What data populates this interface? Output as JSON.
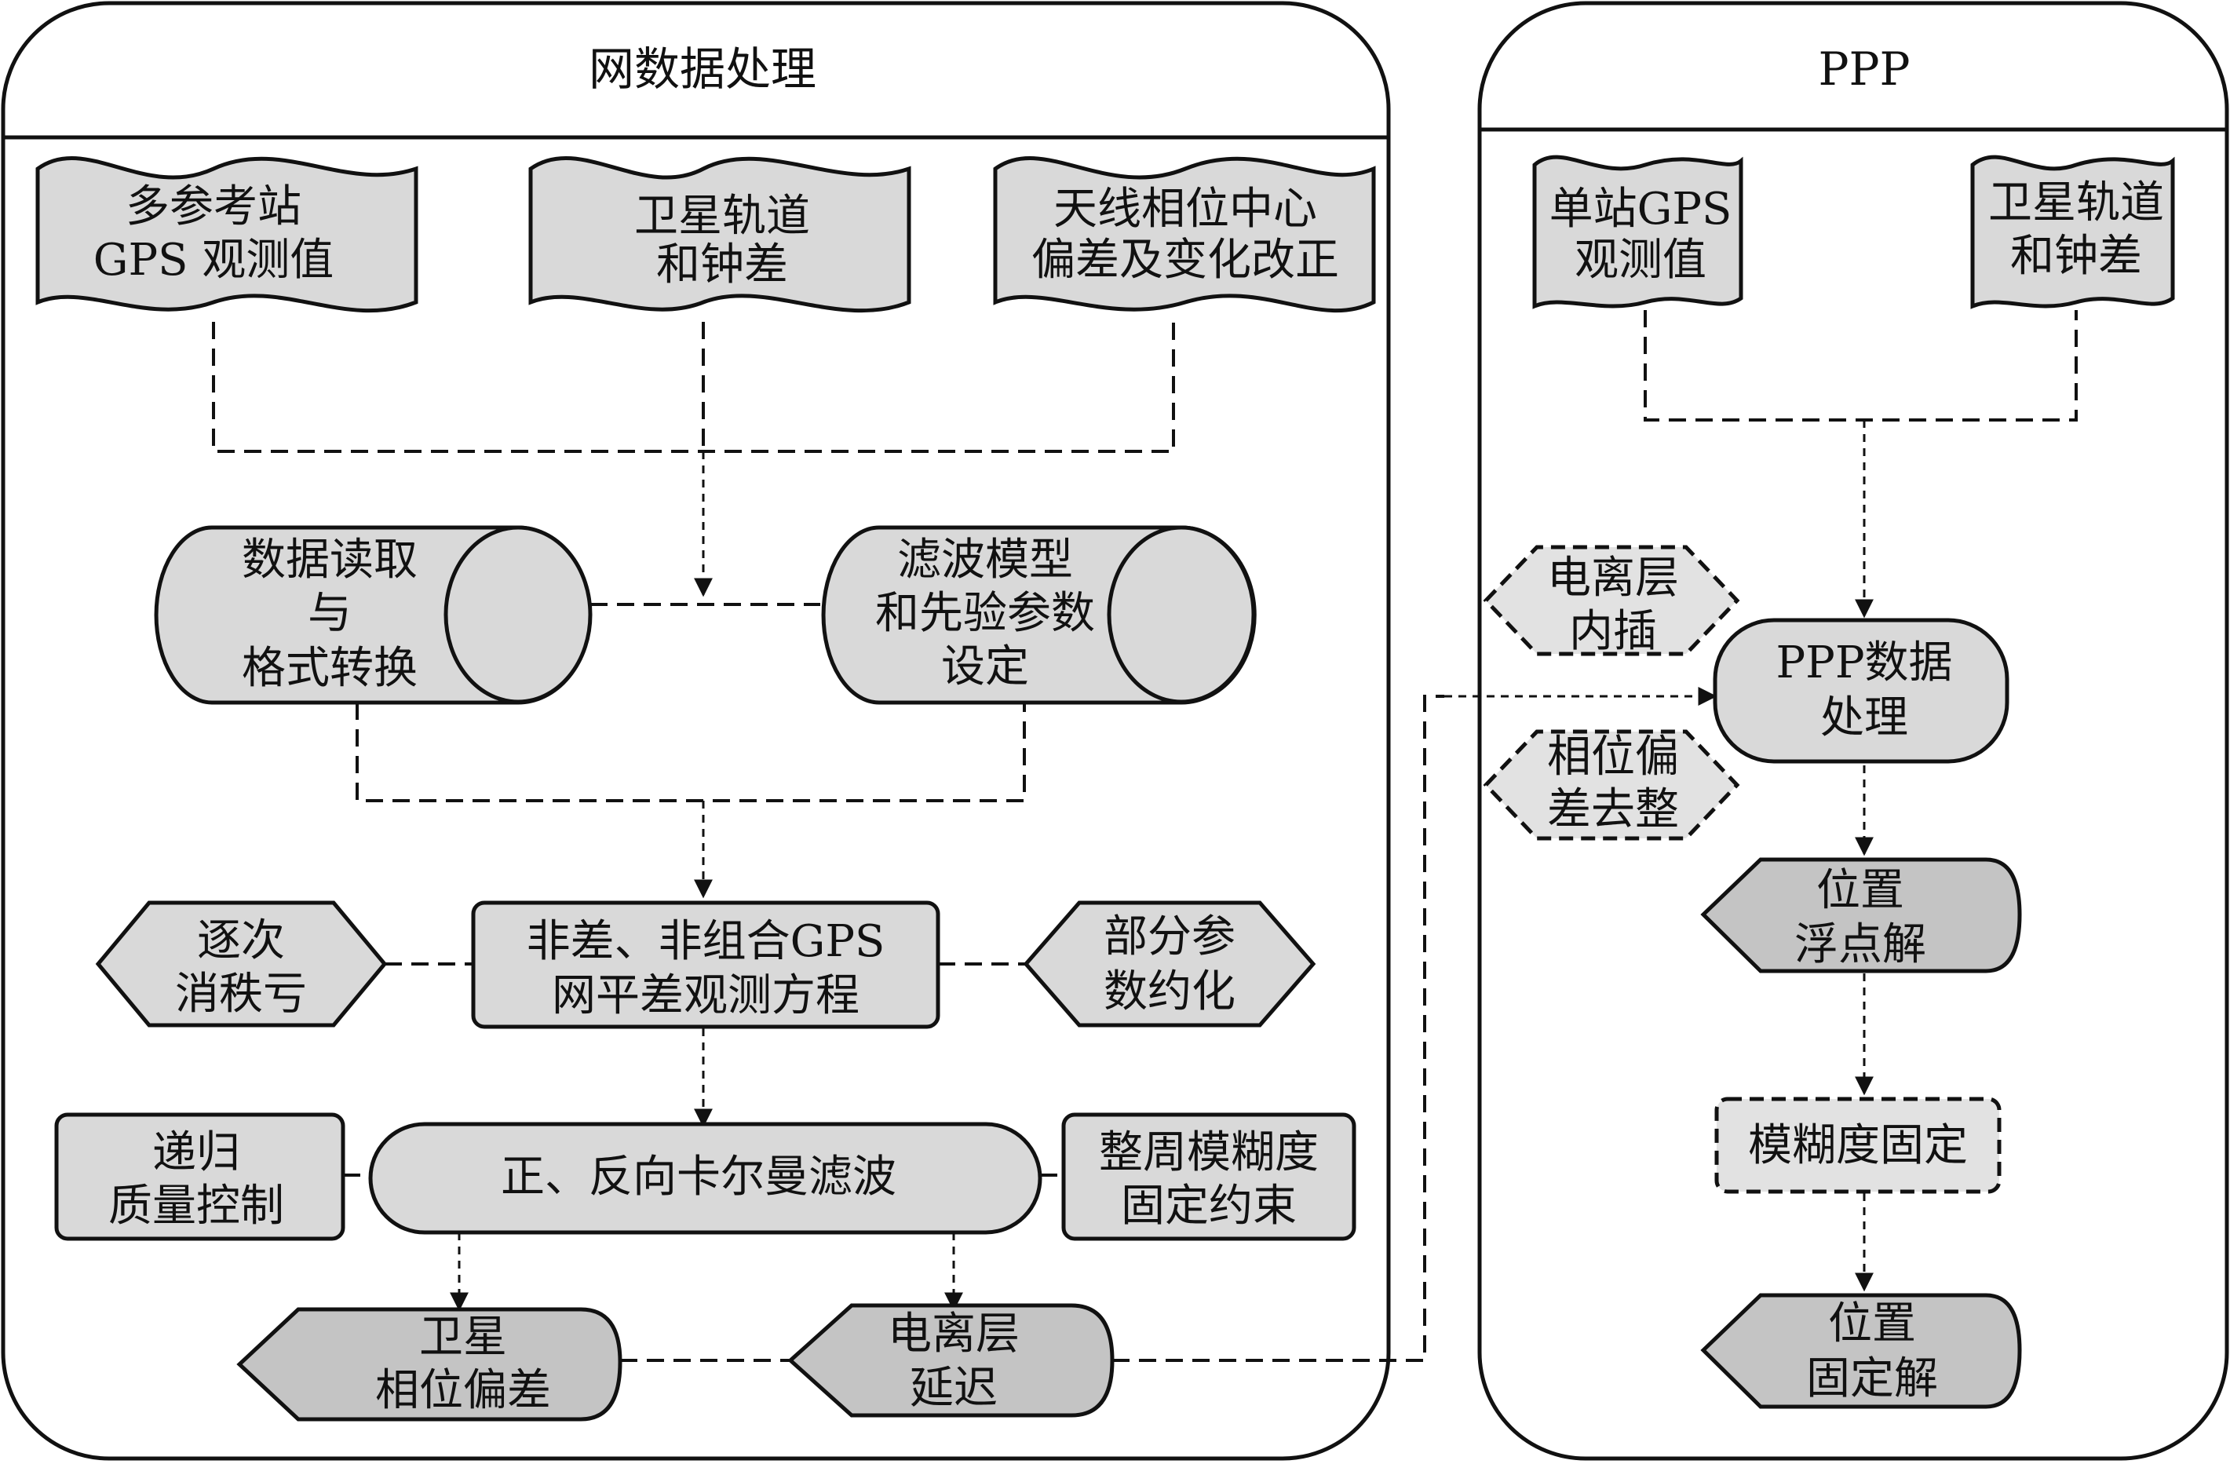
{
  "panels": {
    "network": {
      "title": "网数据处理"
    },
    "ppp": {
      "title": "PPP"
    }
  },
  "network": {
    "inputs": {
      "multi_station": [
        "多参考站",
        "GPS 观测值"
      ],
      "orbit_clock": [
        "卫星轨道",
        "和钟差"
      ],
      "antenna_pco": [
        "天线相位中心",
        "偏差及变化改正"
      ]
    },
    "data_read": [
      "数据读取",
      "与",
      "格式转换"
    ],
    "filter_model": [
      "滤波模型",
      "和先验参数",
      "设定"
    ],
    "obs_equation": [
      "非差、非组合GPS",
      "网平差观测方程"
    ],
    "elimination": [
      "逐次",
      "消秩亏"
    ],
    "partial_constraint": [
      "部分参",
      "数约化"
    ],
    "kalman": "正、反向卡尔曼滤波",
    "recursive_qc": [
      "递归",
      "质量控制"
    ],
    "ambiguity_constraint": [
      "整周模糊度",
      "固定约束"
    ],
    "sat_phase_bias": [
      "卫星",
      "相位偏差"
    ],
    "iono_delay": [
      "电离层",
      "延迟"
    ]
  },
  "ppp": {
    "inputs": {
      "single_station": [
        "单站GPS",
        "观测值"
      ],
      "orbit_clock": [
        "卫星轨道",
        "和钟差"
      ]
    },
    "iono_interp": [
      "电离层",
      "内插"
    ],
    "phase_bias_removal": [
      "相位偏",
      "差去整"
    ],
    "ppp_processing": [
      "PPP数据",
      "处理"
    ],
    "float_solution": [
      "位置",
      "浮点解"
    ],
    "ambiguity_fixing": "模糊度固定",
    "fixed_solution": [
      "位置",
      "固定解"
    ]
  }
}
